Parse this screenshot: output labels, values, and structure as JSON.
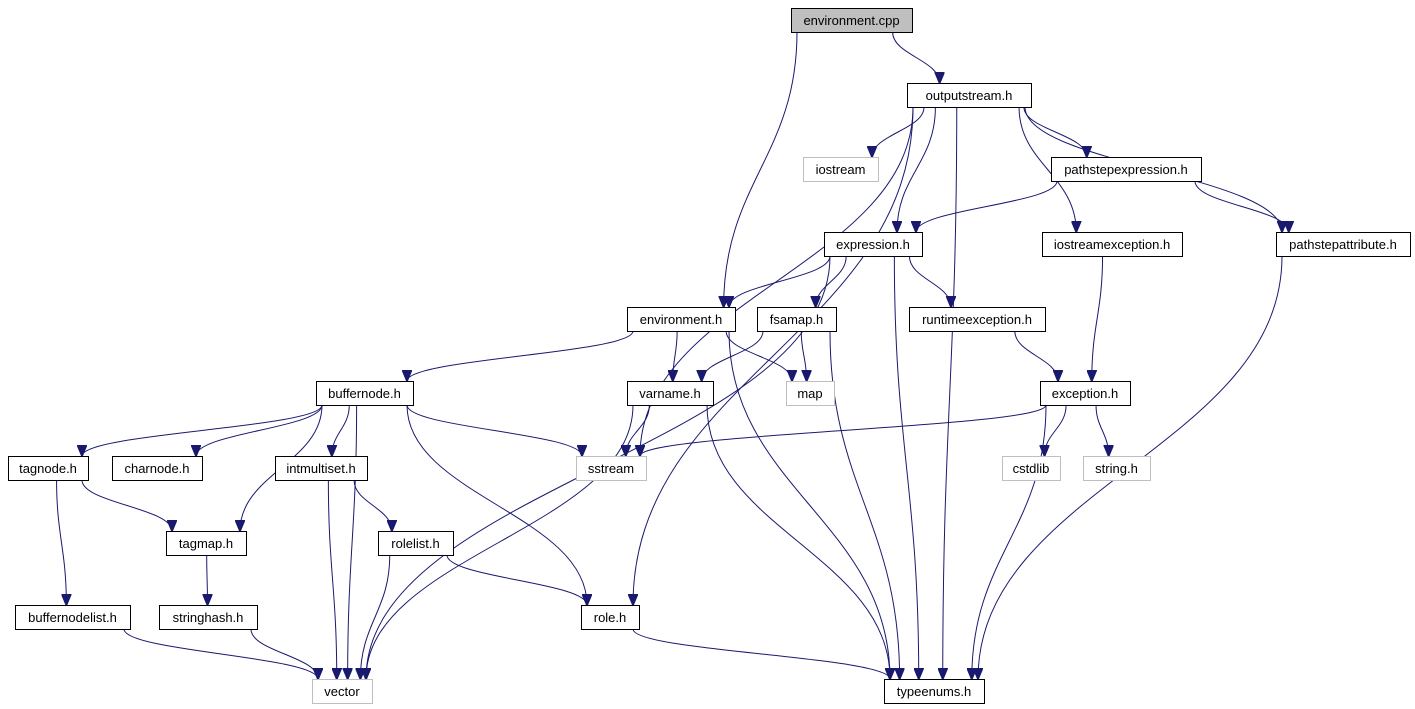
{
  "graph": {
    "title_node": "environment.cpp",
    "colors": {
      "edge": "#191970",
      "node_border": "#000000",
      "system_border": "#bfbfbf",
      "root_fill": "#bfbfbf",
      "node_fill": "#ffffff"
    },
    "nodes": [
      {
        "id": "environment_cpp",
        "label": "environment.cpp",
        "kind": "root"
      },
      {
        "id": "outputstream_h",
        "label": "outputstream.h",
        "kind": "local"
      },
      {
        "id": "iostream",
        "label": "iostream",
        "kind": "system"
      },
      {
        "id": "pathstepexpression_h",
        "label": "pathstepexpression.h",
        "kind": "local"
      },
      {
        "id": "expression_h",
        "label": "expression.h",
        "kind": "local"
      },
      {
        "id": "iostreamexception_h",
        "label": "iostreamexception.h",
        "kind": "local"
      },
      {
        "id": "pathstepattribute_h",
        "label": "pathstepattribute.h",
        "kind": "local"
      },
      {
        "id": "environment_h",
        "label": "environment.h",
        "kind": "local"
      },
      {
        "id": "fsamap_h",
        "label": "fsamap.h",
        "kind": "local"
      },
      {
        "id": "runtimeexception_h",
        "label": "runtimeexception.h",
        "kind": "local"
      },
      {
        "id": "buffernode_h",
        "label": "buffernode.h",
        "kind": "local"
      },
      {
        "id": "varname_h",
        "label": "varname.h",
        "kind": "local"
      },
      {
        "id": "map",
        "label": "map",
        "kind": "system"
      },
      {
        "id": "exception_h",
        "label": "exception.h",
        "kind": "local"
      },
      {
        "id": "tagnode_h",
        "label": "tagnode.h",
        "kind": "local"
      },
      {
        "id": "charnode_h",
        "label": "charnode.h",
        "kind": "local"
      },
      {
        "id": "intmultiset_h",
        "label": "intmultiset.h",
        "kind": "local"
      },
      {
        "id": "sstream",
        "label": "sstream",
        "kind": "system"
      },
      {
        "id": "cstdlib",
        "label": "cstdlib",
        "kind": "system"
      },
      {
        "id": "string_h",
        "label": "string.h",
        "kind": "system"
      },
      {
        "id": "tagmap_h",
        "label": "tagmap.h",
        "kind": "local"
      },
      {
        "id": "rolelist_h",
        "label": "rolelist.h",
        "kind": "local"
      },
      {
        "id": "buffernodelist_h",
        "label": "buffernodelist.h",
        "kind": "local"
      },
      {
        "id": "stringhash_h",
        "label": "stringhash.h",
        "kind": "local"
      },
      {
        "id": "role_h",
        "label": "role.h",
        "kind": "local"
      },
      {
        "id": "vector",
        "label": "vector",
        "kind": "system"
      },
      {
        "id": "typeenums_h",
        "label": "typeenums.h",
        "kind": "local"
      }
    ],
    "edges": [
      {
        "from": "environment_cpp",
        "to": "outputstream_h"
      },
      {
        "from": "environment_cpp",
        "to": "environment_h"
      },
      {
        "from": "outputstream_h",
        "to": "iostream"
      },
      {
        "from": "outputstream_h",
        "to": "pathstepexpression_h"
      },
      {
        "from": "outputstream_h",
        "to": "expression_h"
      },
      {
        "from": "outputstream_h",
        "to": "iostreamexception_h"
      },
      {
        "from": "outputstream_h",
        "to": "pathstepattribute_h"
      },
      {
        "from": "outputstream_h",
        "to": "sstream"
      },
      {
        "from": "outputstream_h",
        "to": "role_h"
      },
      {
        "from": "outputstream_h",
        "to": "typeenums_h"
      },
      {
        "from": "pathstepexpression_h",
        "to": "expression_h"
      },
      {
        "from": "pathstepexpression_h",
        "to": "pathstepattribute_h"
      },
      {
        "from": "expression_h",
        "to": "environment_h"
      },
      {
        "from": "expression_h",
        "to": "fsamap_h"
      },
      {
        "from": "expression_h",
        "to": "runtimeexception_h"
      },
      {
        "from": "expression_h",
        "to": "vector"
      },
      {
        "from": "expression_h",
        "to": "typeenums_h"
      },
      {
        "from": "iostreamexception_h",
        "to": "exception_h"
      },
      {
        "from": "pathstepattribute_h",
        "to": "typeenums_h"
      },
      {
        "from": "environment_h",
        "to": "buffernode_h"
      },
      {
        "from": "environment_h",
        "to": "varname_h"
      },
      {
        "from": "environment_h",
        "to": "map"
      },
      {
        "from": "environment_h",
        "to": "typeenums_h"
      },
      {
        "from": "fsamap_h",
        "to": "varname_h"
      },
      {
        "from": "fsamap_h",
        "to": "map"
      },
      {
        "from": "fsamap_h",
        "to": "typeenums_h"
      },
      {
        "from": "runtimeexception_h",
        "to": "exception_h"
      },
      {
        "from": "buffernode_h",
        "to": "tagnode_h"
      },
      {
        "from": "buffernode_h",
        "to": "charnode_h"
      },
      {
        "from": "buffernode_h",
        "to": "intmultiset_h"
      },
      {
        "from": "buffernode_h",
        "to": "sstream"
      },
      {
        "from": "buffernode_h",
        "to": "tagmap_h"
      },
      {
        "from": "buffernode_h",
        "to": "role_h"
      },
      {
        "from": "buffernode_h",
        "to": "vector"
      },
      {
        "from": "varname_h",
        "to": "sstream"
      },
      {
        "from": "varname_h",
        "to": "vector"
      },
      {
        "from": "varname_h",
        "to": "typeenums_h"
      },
      {
        "from": "exception_h",
        "to": "sstream"
      },
      {
        "from": "exception_h",
        "to": "cstdlib"
      },
      {
        "from": "exception_h",
        "to": "string_h"
      },
      {
        "from": "exception_h",
        "to": "typeenums_h"
      },
      {
        "from": "tagnode_h",
        "to": "tagmap_h"
      },
      {
        "from": "tagnode_h",
        "to": "buffernodelist_h"
      },
      {
        "from": "intmultiset_h",
        "to": "rolelist_h"
      },
      {
        "from": "intmultiset_h",
        "to": "vector"
      },
      {
        "from": "tagmap_h",
        "to": "stringhash_h"
      },
      {
        "from": "rolelist_h",
        "to": "role_h"
      },
      {
        "from": "rolelist_h",
        "to": "vector"
      },
      {
        "from": "buffernodelist_h",
        "to": "vector"
      },
      {
        "from": "stringhash_h",
        "to": "vector"
      },
      {
        "from": "role_h",
        "to": "typeenums_h"
      }
    ]
  }
}
